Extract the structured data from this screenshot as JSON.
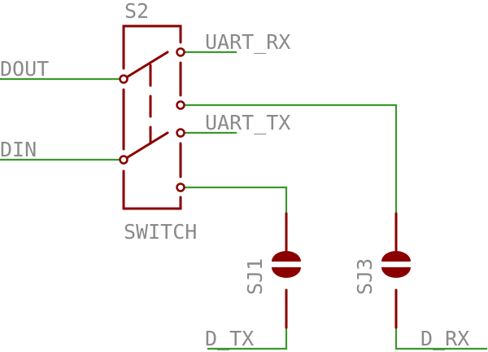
{
  "schematic": {
    "switch": {
      "refdes": "S2",
      "value": "SWITCH"
    },
    "nets": {
      "dout": "DOUT",
      "din": "DIN",
      "uart_rx": "UART_RX",
      "uart_tx": "UART_TX",
      "d_tx": "D_TX",
      "d_rx": "D_RX"
    },
    "jumpers": {
      "sj1": "SJ1",
      "sj3": "SJ3"
    },
    "colors": {
      "wire": "#3a9a2a",
      "part": "#8a0000",
      "label": "#8a8a8a"
    }
  }
}
